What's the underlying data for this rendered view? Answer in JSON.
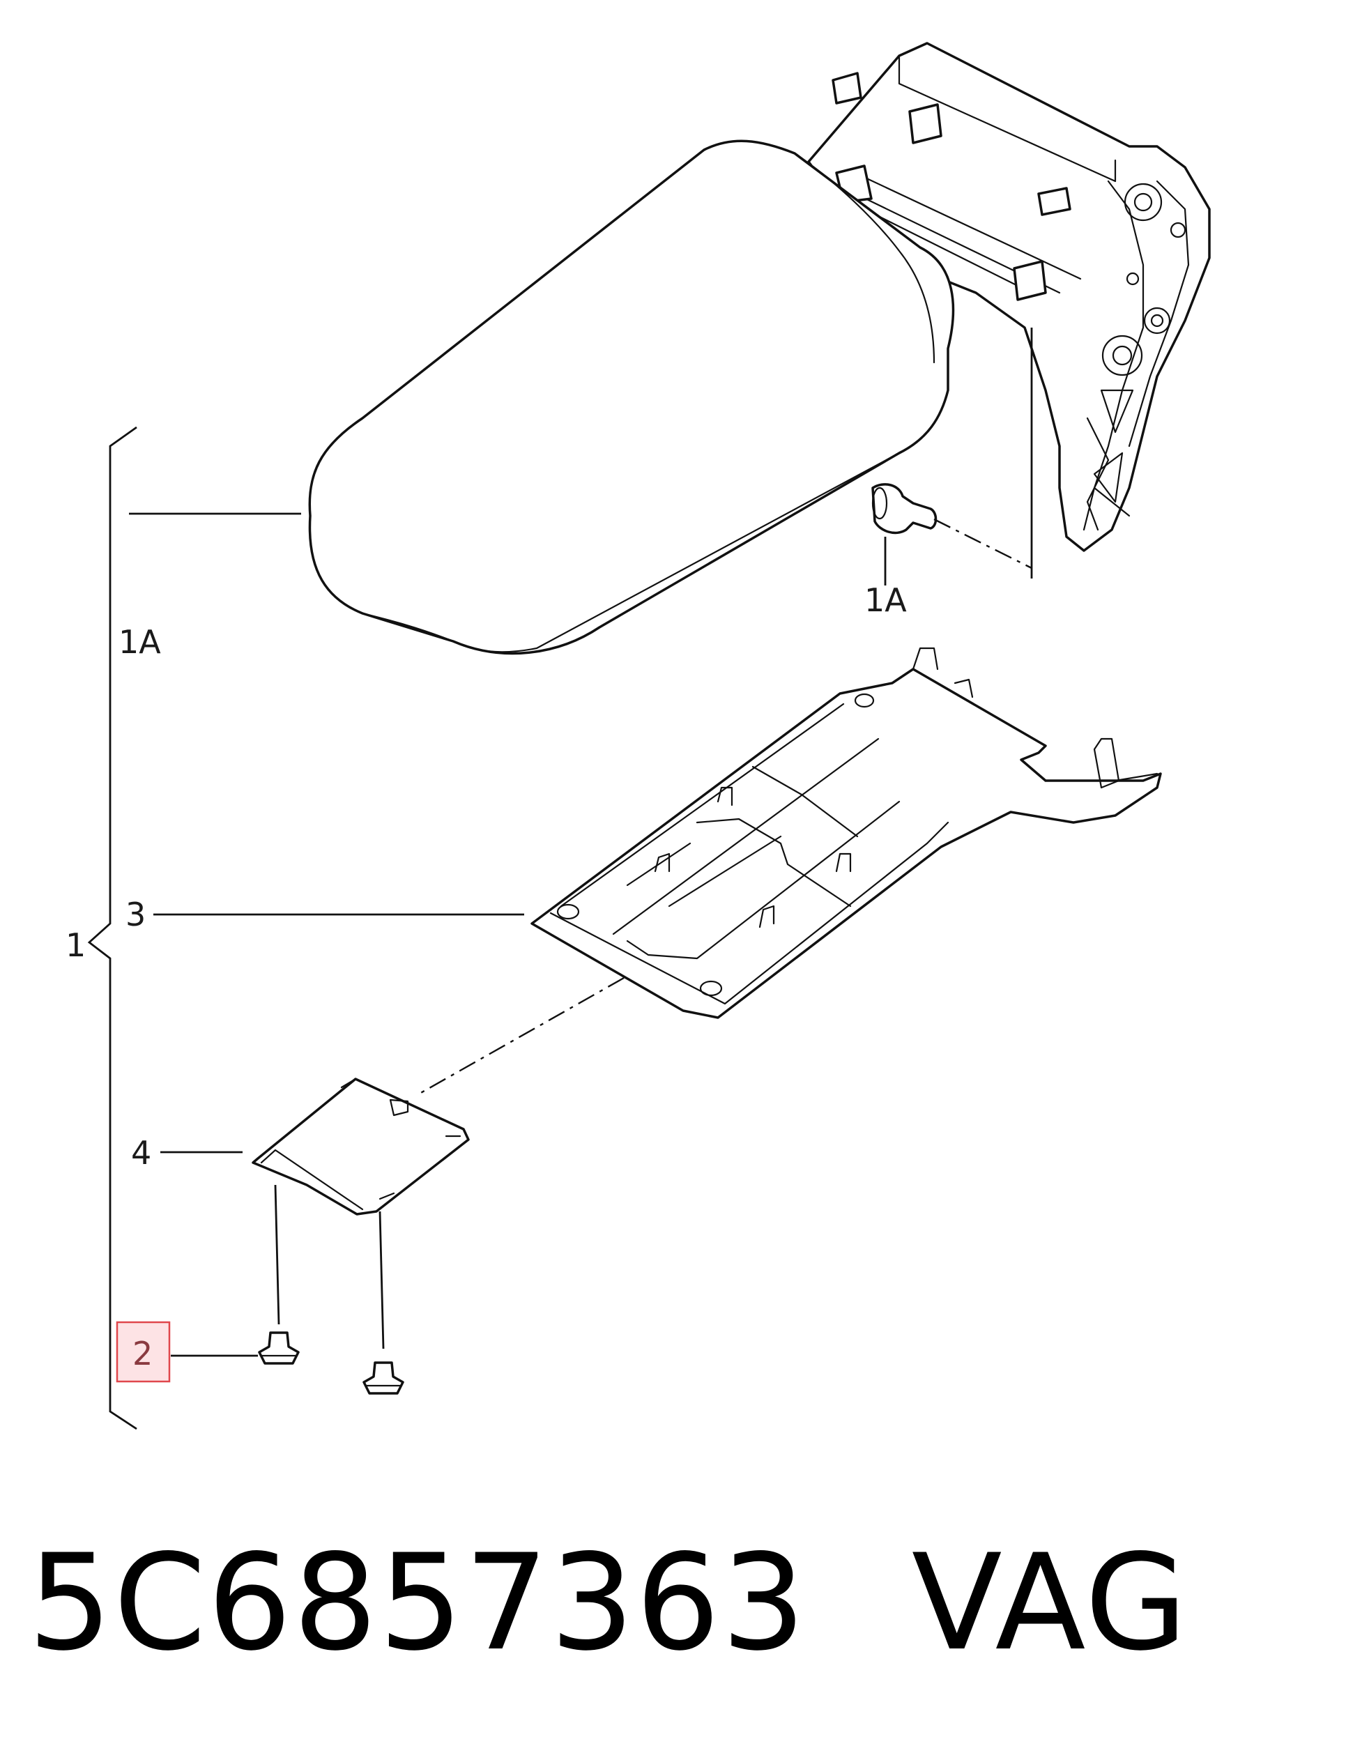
{
  "diagram": {
    "callouts": {
      "assembly": "1",
      "armrest_pad": "1A",
      "bolt": "1A",
      "tray": "3",
      "cover": "4",
      "clip": "2"
    },
    "highlighted_callout": "2",
    "highlight_color": "#e0474c",
    "highlight_fill": "#fde3e5"
  },
  "footer": {
    "part_number": "5C6857363",
    "brand": "VAG"
  }
}
